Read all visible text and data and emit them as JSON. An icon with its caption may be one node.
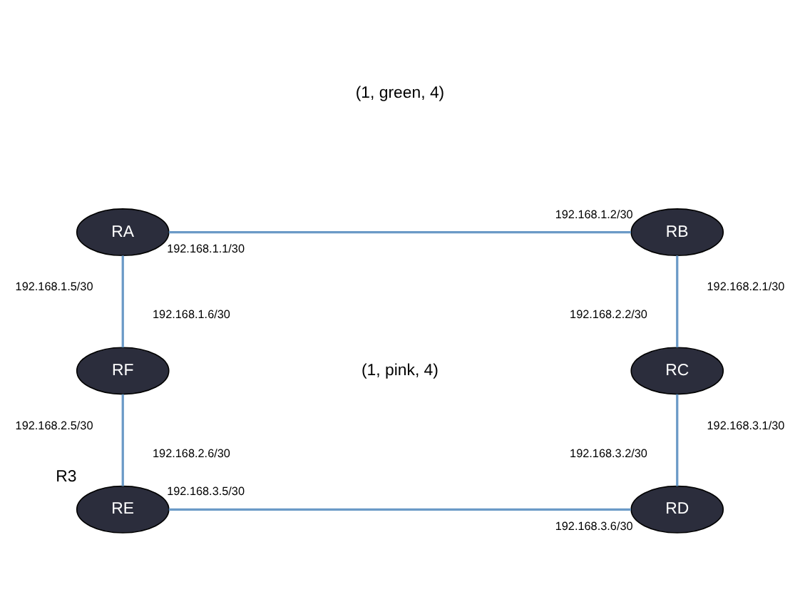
{
  "diagram": {
    "nodes": [
      {
        "text": [
          "RA"
        ]
      },
      {
        "text": [
          "RB"
        ]
      },
      {
        "text": [
          "RC"
        ]
      },
      {
        "text": [
          "RD"
        ]
      },
      {
        "text": [
          "RE"
        ],
        "beside": [
          "R3"
        ]
      },
      {
        "text": [
          "RF"
        ]
      }
    ],
    "edges": [
      {
        "from": 0,
        "to": 1,
        "arrow": "none"
      },
      {
        "from": 0,
        "to": 5,
        "arrow": "none"
      },
      {
        "from": 1,
        "to": 2,
        "arrow": "none"
      },
      {
        "from": 5,
        "to": 4,
        "arrow": "none"
      },
      {
        "from": 2,
        "to": 3,
        "arrow": "none"
      },
      {
        "from": 4,
        "to": 3,
        "arrow": "none"
      }
    ],
    "labels": [
      "(1, green, 4)",
      "(1, pink, 4)",
      "192.168.1.1/30",
      "192.168.1.2/30",
      "192.168.1.5/30",
      "192.168.2.1/30",
      "192.168.1.6/30",
      "192.168.2.2/30",
      "192.168.2.5/30",
      "192.168.3.1/30",
      "192.168.2.6/30",
      "192.168.3.2/30",
      "192.168.3.5/30",
      "192.168.3.6/30"
    ]
  }
}
